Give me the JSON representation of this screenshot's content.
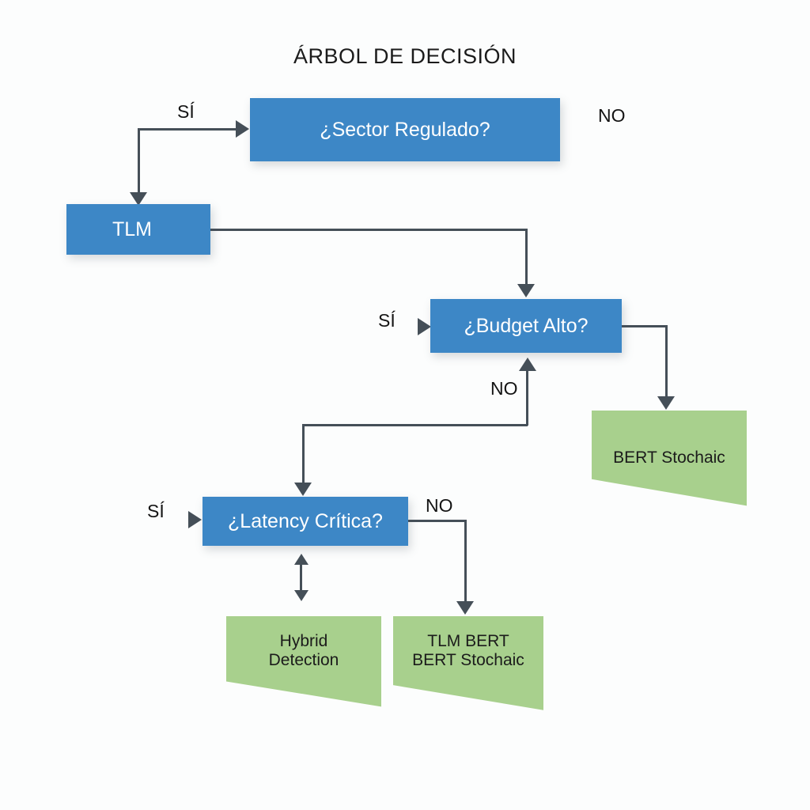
{
  "title": "ÁRBOL DE DECISIÓN",
  "theme": {
    "background": "#fcfdfd",
    "decision_fill": "#3d87c6",
    "decision_text": "#ffffff",
    "terminal_fill": "#a8d08d",
    "terminal_text": "#1b1b1b",
    "connector": "#454f58",
    "label_text": "#141414"
  },
  "nodes": {
    "sector": {
      "label": "¿Sector Regulado?",
      "type": "decision"
    },
    "tlm": {
      "label": "TLM",
      "type": "decision"
    },
    "budget": {
      "label": "¿Budget Alto?",
      "type": "decision"
    },
    "latency": {
      "label": "¿Latency Crítica?",
      "type": "decision"
    },
    "bert_stochaic": {
      "label": "BERT Stochaic",
      "type": "terminal"
    },
    "hybrid": {
      "label": "Hybrid\nDetection",
      "type": "terminal"
    },
    "tlm_bert": {
      "label": "TLM BERT\nBERT Stochaic",
      "type": "terminal"
    }
  },
  "edge_labels": {
    "sector_si": "SÍ",
    "sector_no": "NO",
    "budget_si": "SÍ",
    "budget_no": "NO",
    "latency_si": "SÍ",
    "latency_no": "NO"
  }
}
